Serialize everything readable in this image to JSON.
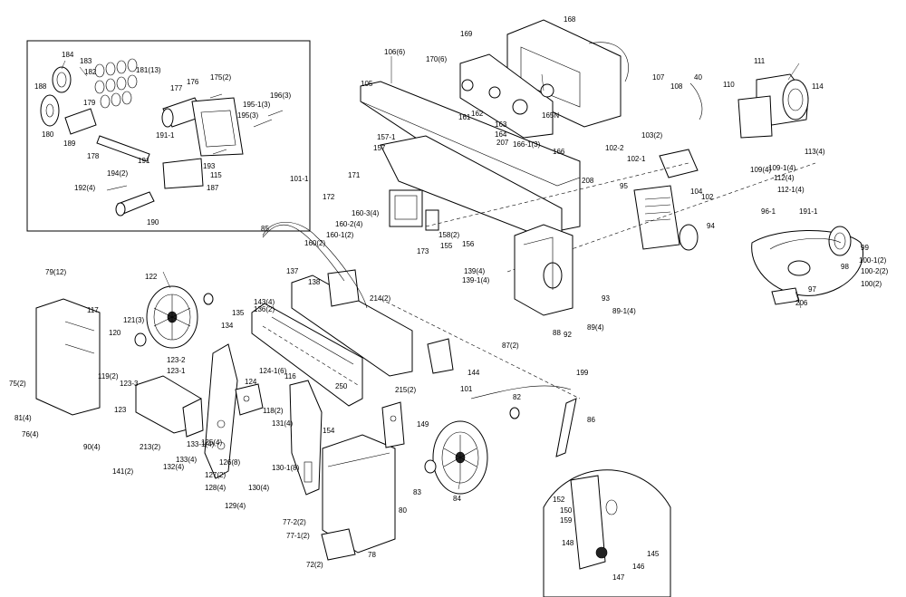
{
  "labels": [
    "184",
    "183",
    "182",
    "181(13)",
    "175(2)",
    "188",
    "179",
    "177",
    "176",
    "195-1(3)",
    "196(3)",
    "195(3)",
    "180",
    "189",
    "178",
    "191-1",
    "191",
    "194(2)",
    "193",
    "192(4)",
    "115",
    "187",
    "190",
    "106(6)",
    "105",
    "169",
    "170(6)",
    "168",
    "161",
    "162",
    "163",
    "164",
    "165N",
    "107",
    "108",
    "40",
    "111",
    "110",
    "114",
    "157-1",
    "157",
    "207",
    "166-1(3)",
    "166",
    "102-2",
    "103(2)",
    "102-1",
    "113(4)",
    "109-1(4)",
    "112(4)",
    "112-1(4)",
    "109(4)",
    "101-1",
    "171",
    "172",
    "208",
    "104",
    "102",
    "95",
    "85",
    "160-3(4)",
    "160-2(4)",
    "160-1(2)",
    "160(2)",
    "173",
    "158(2)",
    "155",
    "156",
    "139(4)",
    "139-1(4)",
    "96-1",
    "191-1",
    "94",
    "99",
    "98",
    "97",
    "100-1(2)",
    "100-2(2)",
    "100(2)",
    "206",
    "79(12)",
    "122",
    "137",
    "138",
    "214(2)",
    "143(4)",
    "136(2)",
    "135",
    "117",
    "121(3)",
    "120",
    "119(2)",
    "93",
    "89-1(4)",
    "89(4)",
    "92",
    "87(2)",
    "88",
    "134",
    "123-2",
    "123-1",
    "123-3",
    "124-1(6)",
    "116",
    "144",
    "75(2)",
    "123",
    "124",
    "118(2)",
    "215(2)",
    "101",
    "199",
    "131(4)",
    "250",
    "81(4)",
    "76(4)",
    "90(4)",
    "82",
    "86",
    "213(2)",
    "133-1(4)",
    "125(4)",
    "149",
    "141(2)",
    "132(4)",
    "133(4)",
    "126(8)",
    "127(2)",
    "128(4)",
    "130(4)",
    "130-1(8)",
    "154",
    "129(4)",
    "83",
    "84",
    "152",
    "150",
    "159",
    "80",
    "77-2(2)",
    "77-1(2)",
    "72(2)",
    "78",
    "148",
    "145",
    "146",
    "147"
  ]
}
